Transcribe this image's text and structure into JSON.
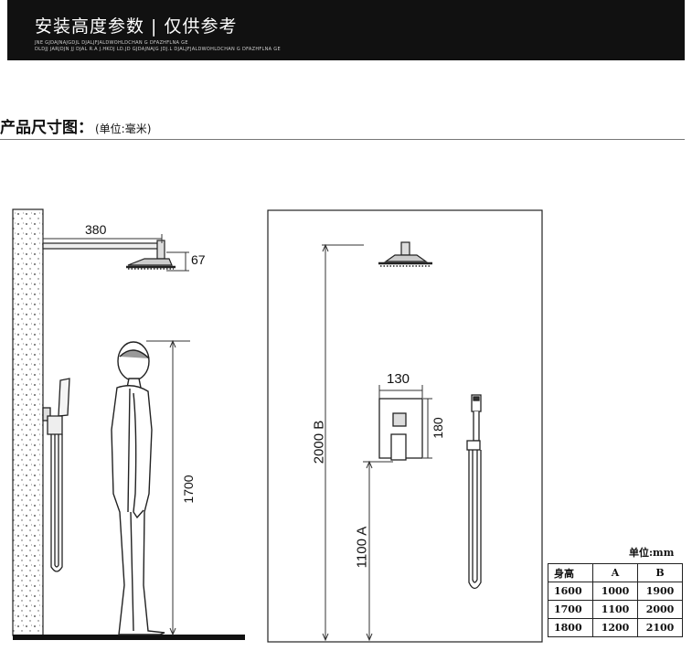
{
  "banner": {
    "title": "安装高度参数 | 仅供参考",
    "subtitle_line1": "JNE GJDAJNAJGDJL DJALJFJALDWOHLDCHAN G DFAZHFLNA GE",
    "subtitle_line2": "DLDJJ JARJDJN JJ DJAL R.A J.HKDJ LD.JD GJDAJNAJG JDJ.L DJALJFJALDWOHLDCHAN G DFAZHFLNA GE"
  },
  "section": {
    "title": "产品尺寸图：",
    "unit": "(单位:毫米)"
  },
  "dimensions": {
    "arm_length": "380",
    "head_height": "67",
    "person_height": "1700",
    "total_height": "2000 B",
    "valve_height": "1100 A",
    "valve_width": "130",
    "valve_height_small": "180"
  },
  "spec_table": {
    "unit_label": "单位:mm",
    "headers": [
      "身高",
      "A",
      "B"
    ],
    "rows": [
      [
        "1600",
        "1000",
        "1900"
      ],
      [
        "1700",
        "1100",
        "2000"
      ],
      [
        "1800",
        "1200",
        "2100"
      ]
    ]
  }
}
